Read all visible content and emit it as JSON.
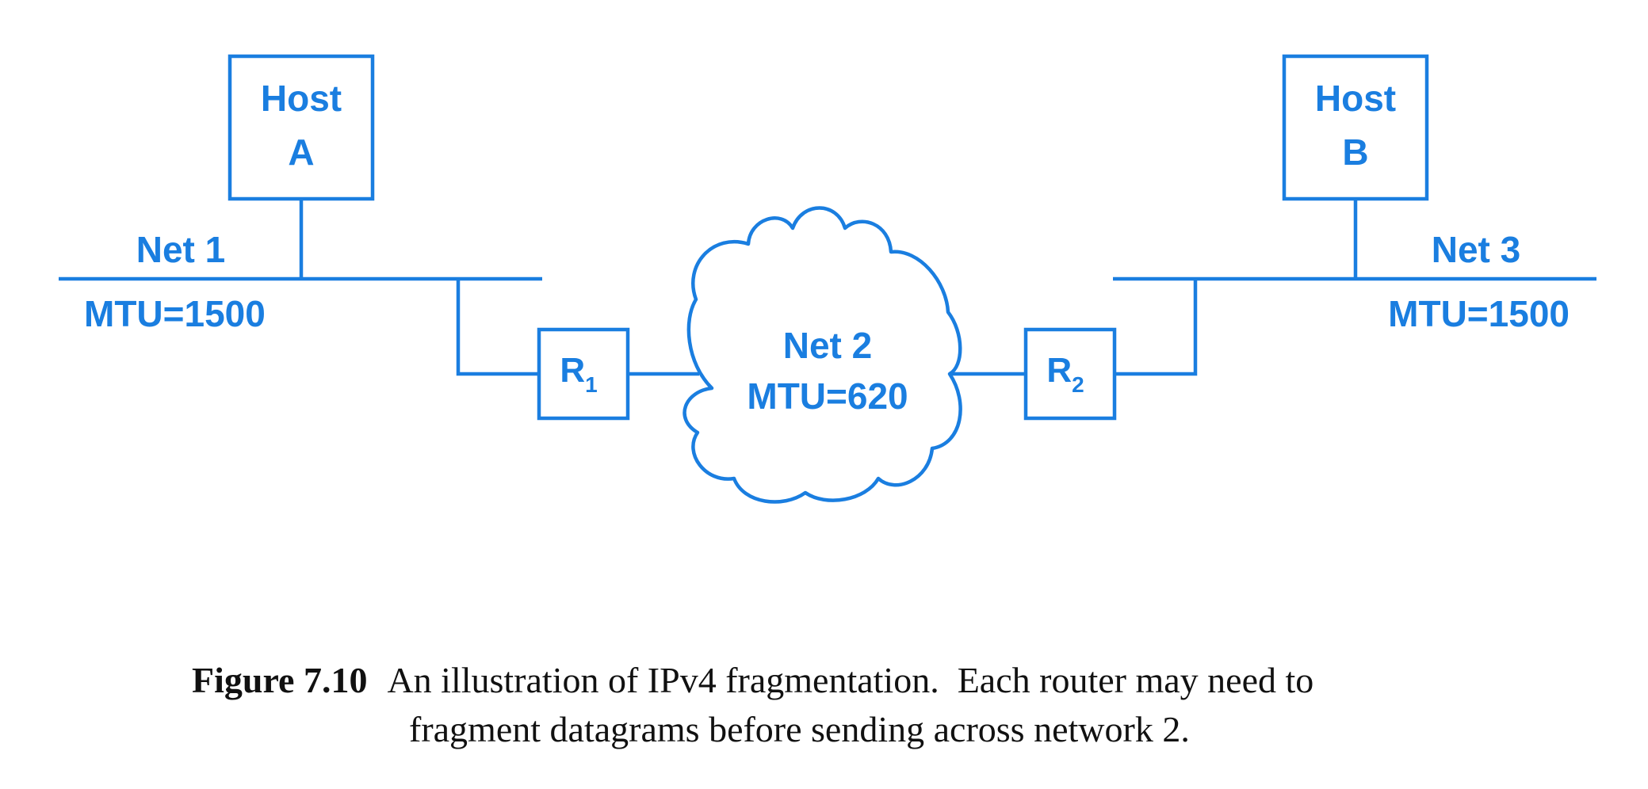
{
  "colors": {
    "diagram": "#1a7ee0",
    "caption": "#111111"
  },
  "hosts": {
    "a": {
      "line1": "Host",
      "line2": "A"
    },
    "b": {
      "line1": "Host",
      "line2": "B"
    }
  },
  "networks": {
    "net1": {
      "name": "Net 1",
      "mtu": "MTU=1500"
    },
    "net2": {
      "name": "Net 2",
      "mtu": "MTU=620"
    },
    "net3": {
      "name": "Net 3",
      "mtu": "MTU=1500"
    }
  },
  "routers": {
    "r1": {
      "letter": "R",
      "subscript": "1"
    },
    "r2": {
      "letter": "R",
      "subscript": "2"
    }
  },
  "caption": {
    "label": "Figure 7.10",
    "line1": "An illustration of IPv4 fragmentation.  Each router may need to",
    "line2": "fragment datagrams before sending across network 2."
  }
}
